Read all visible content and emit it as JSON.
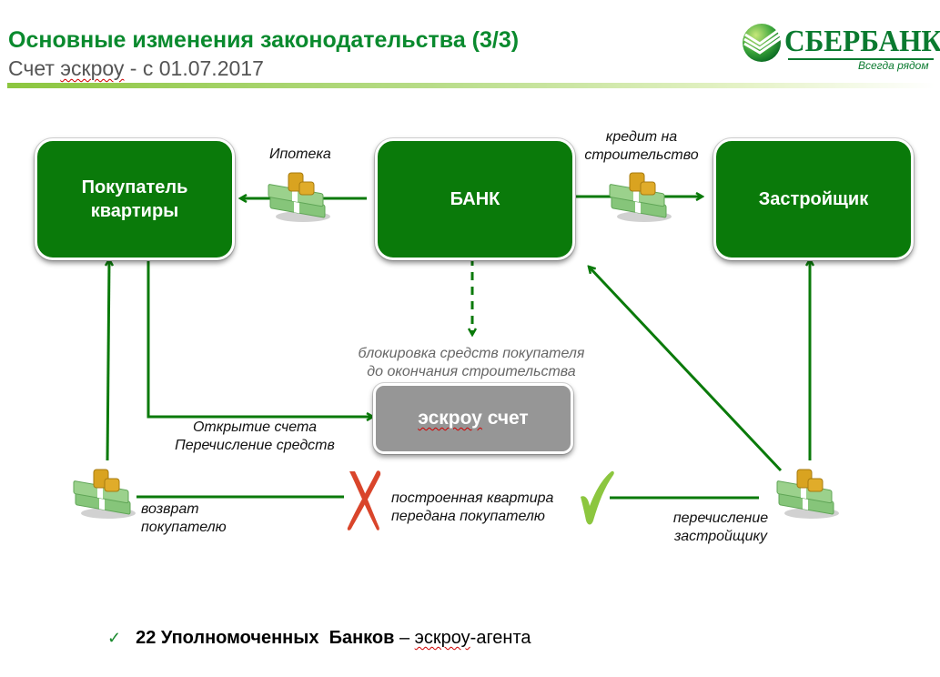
{
  "header": {
    "title": "Основные изменения законодательства (3/3)",
    "subtitle_prefix": "Счет ",
    "subtitle_underlined": "эскроу",
    "subtitle_suffix": " - с 01.07.2017"
  },
  "logo": {
    "name": "СБЕРБАНК",
    "tagline": "Всегда рядом",
    "icon": "sberbank-logo-icon"
  },
  "nodes": {
    "buyer": "Покупатель квартиры",
    "bank": "БАНК",
    "developer": "Застройщик",
    "escrow_underlined": "эскроу",
    "escrow_suffix": " счет"
  },
  "labels": {
    "mortgage": "Ипотека",
    "construction_credit_line1": "кредит на",
    "construction_credit_line2": "строительство",
    "blocking_line1": "блокировка средств покупателя",
    "blocking_line2": "до окончания строительства",
    "opening_line1": "Открытие счета",
    "opening_line2": "Перечисление средств",
    "refund_line1": "возврат",
    "refund_line2": "покупателю",
    "condition_line1": "построенная квартира",
    "condition_line2": "передана покупателю",
    "transfer_line1": "перечисление",
    "transfer_line2": "застройщику"
  },
  "icons": {
    "money": "money-stack-icon",
    "cross": "red-cross-icon",
    "check": "green-check-icon"
  },
  "colors": {
    "brand_green": "#0a7a0a",
    "title_green": "#0a8a2e",
    "escrow_grey": "#969696",
    "cross_red": "#d9452b",
    "check_green": "#8cc63f"
  },
  "footer": {
    "bullet_bold": "22 Уполномоченных  Банков",
    "bullet_dash": " – ",
    "bullet_underlined": "эскроу",
    "bullet_suffix": "-агента"
  }
}
